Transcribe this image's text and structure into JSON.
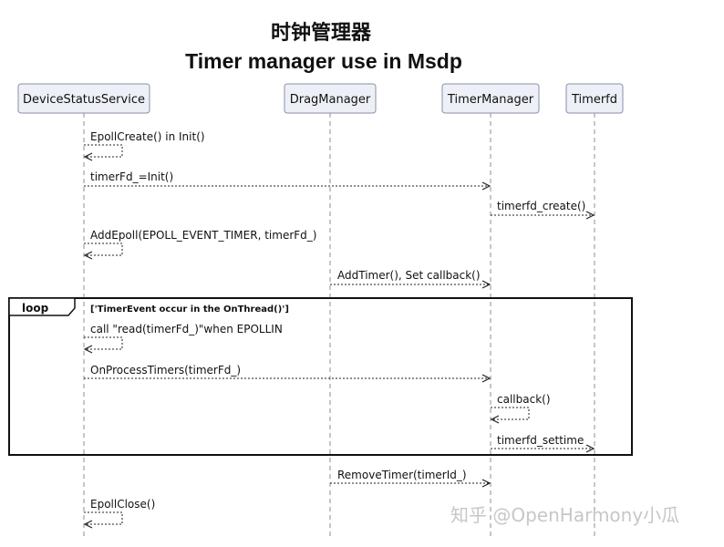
{
  "title_cn": "时钟管理器",
  "title_en": "Timer manager use in Msdp",
  "participants": [
    {
      "id": "dss",
      "label": "DeviceStatusService"
    },
    {
      "id": "drag",
      "label": "DragManager"
    },
    {
      "id": "timer",
      "label": "TimerManager"
    },
    {
      "id": "fd",
      "label": "Timerfd"
    }
  ],
  "messages": [
    {
      "from": "dss",
      "to": "dss",
      "label": "EpollCreate() in Init()"
    },
    {
      "from": "dss",
      "to": "timer",
      "label": "timerFd_=Init()"
    },
    {
      "from": "timer",
      "to": "fd",
      "label": "timerfd_create()"
    },
    {
      "from": "dss",
      "to": "dss",
      "label": "AddEpoll(EPOLL_EVENT_TIMER, timerFd_)"
    },
    {
      "from": "drag",
      "to": "timer",
      "label": "AddTimer(), Set callback()"
    },
    {
      "from": "dss",
      "to": "dss",
      "label": "call \"read(timerFd_)\"when EPOLLIN"
    },
    {
      "from": "dss",
      "to": "timer",
      "label": "OnProcessTimers(timerFd_)"
    },
    {
      "from": "timer",
      "to": "timer",
      "label": "callback()"
    },
    {
      "from": "timer",
      "to": "fd",
      "label": "timerfd_settime"
    },
    {
      "from": "drag",
      "to": "timer",
      "label": "RemoveTimer(timerId_)"
    },
    {
      "from": "dss",
      "to": "dss",
      "label": "EpollClose()"
    }
  ],
  "loop": {
    "operator": "loop",
    "guard": "['TimerEvent occur in the OnThread()']",
    "first_message": 5,
    "last_message": 8
  },
  "watermark": "知乎 @OpenHarmony小瓜",
  "colors": {
    "participant_fill": "#eef0f8",
    "participant_border": "#8a8fa6",
    "lifeline": "#8f8f8f",
    "arrow": "#222222"
  }
}
